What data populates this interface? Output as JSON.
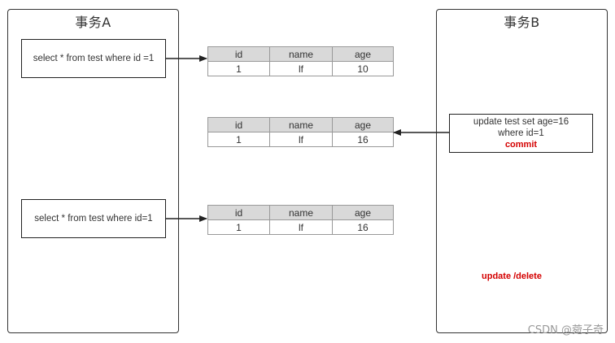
{
  "panels": {
    "a": {
      "title": "事务A"
    },
    "b": {
      "title": "事务B"
    }
  },
  "queries": {
    "first": "select * from test where id =1",
    "second": "select * from test where id=1"
  },
  "update": {
    "line1": "update test set age=16",
    "line2": "where id=1",
    "commit": "commit"
  },
  "note": "update /delete",
  "tables": [
    {
      "headers": [
        "id",
        "name",
        "age"
      ],
      "row": [
        "1",
        "lf",
        "10"
      ]
    },
    {
      "headers": [
        "id",
        "name",
        "age"
      ],
      "row": [
        "1",
        "lf",
        "16"
      ]
    },
    {
      "headers": [
        "id",
        "name",
        "age"
      ],
      "row": [
        "1",
        "lf",
        "16"
      ]
    }
  ],
  "watermark": "CSDN @菀子奇"
}
